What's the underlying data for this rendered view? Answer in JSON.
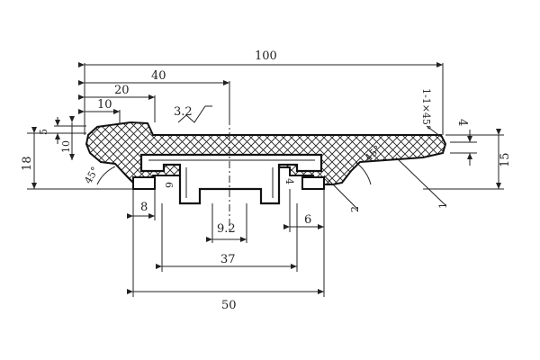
{
  "drawing": {
    "dimensions": {
      "d100": "100",
      "d40": "40",
      "d20": "20",
      "d10": "10",
      "d10_left": "10",
      "d18": "18",
      "d5": "5",
      "d15": "15",
      "d4_right": "4",
      "d4_insert": "4",
      "d6_left": "6",
      "d8": "8",
      "d9_2": "9.2",
      "d6_right": "6",
      "d37": "37",
      "d50": "50"
    },
    "annotations": {
      "roughness": "3.2",
      "chamfer": "1-1×45°",
      "angle_left": "45°",
      "angle_right": "45°",
      "part1": "1",
      "part2": "2"
    }
  }
}
